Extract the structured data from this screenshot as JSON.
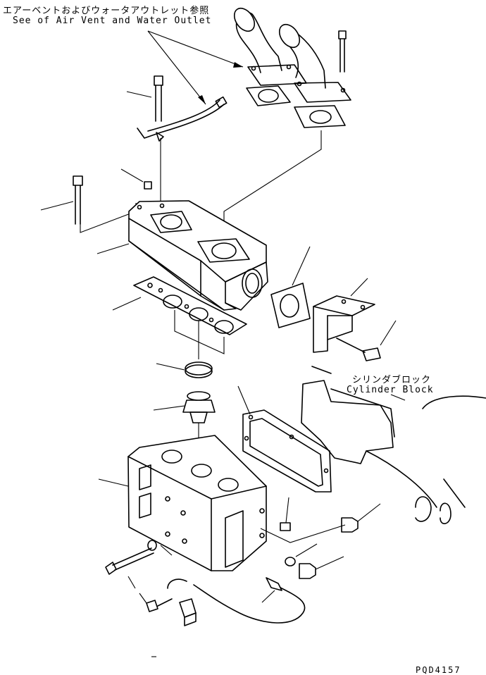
{
  "references": {
    "air_vent_ja": "エアーベントおよびウォータアウトレット参照",
    "air_vent_en": "See of Air Vent and Water Outlet",
    "cylinder_block_ja": "シリンダブロック",
    "cylinder_block_en": "Cylinder Block"
  },
  "part_code": "PQD4157",
  "parts": [
    "water-outlet-elbow",
    "outlet-gasket",
    "long-bolt",
    "vent-tube",
    "nut",
    "water-outlet-manifold",
    "manifold-gasket",
    "cover-plate-gasket",
    "mounting-bracket",
    "bracket-bolt",
    "thermostat-seal",
    "thermostat",
    "thermostat-housing",
    "housing-gasket",
    "bolt",
    "washer",
    "plug",
    "sensor-cable",
    "connector"
  ]
}
